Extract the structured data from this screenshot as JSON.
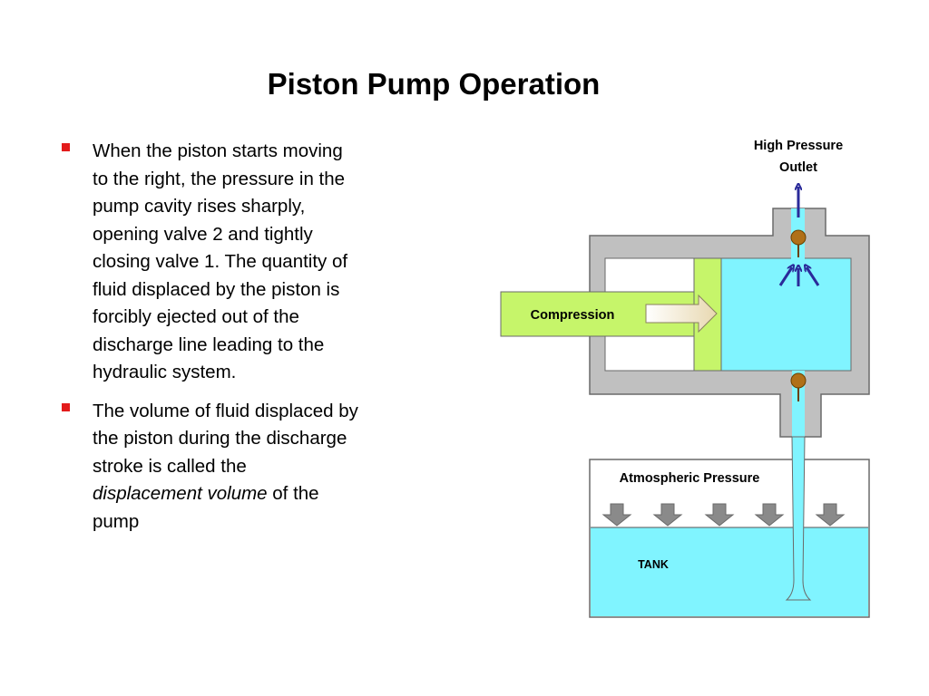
{
  "slide": {
    "title": "Piston Pump Operation",
    "bullets": [
      {
        "parts": [
          "When the piston starts moving to the right, the pressure in the pump cavity rises sharply, opening valve 2 and tightly closing valve 1.  The quantity of fluid displaced by the piston is forcibly ejected out of the discharge line leading to the hydraulic system."
        ]
      },
      {
        "parts": [
          "The volume of fluid displaced by the piston during the discharge stroke is called the ",
          "displacement volume",
          " of the pump"
        ]
      }
    ]
  },
  "diagram": {
    "labels": {
      "outlet_line1": "High Pressure",
      "outlet_line2": "Outlet",
      "compression": "Compression",
      "atmospheric": "Atmospheric Pressure",
      "tank": "TANK"
    },
    "colors": {
      "fluid": "#80f4ff",
      "housing": "#c0c0c0",
      "piston": "#c6f56a",
      "valve": "#b07018",
      "arrow": "#2a2a9a",
      "bullet": "#e31b1b"
    }
  }
}
